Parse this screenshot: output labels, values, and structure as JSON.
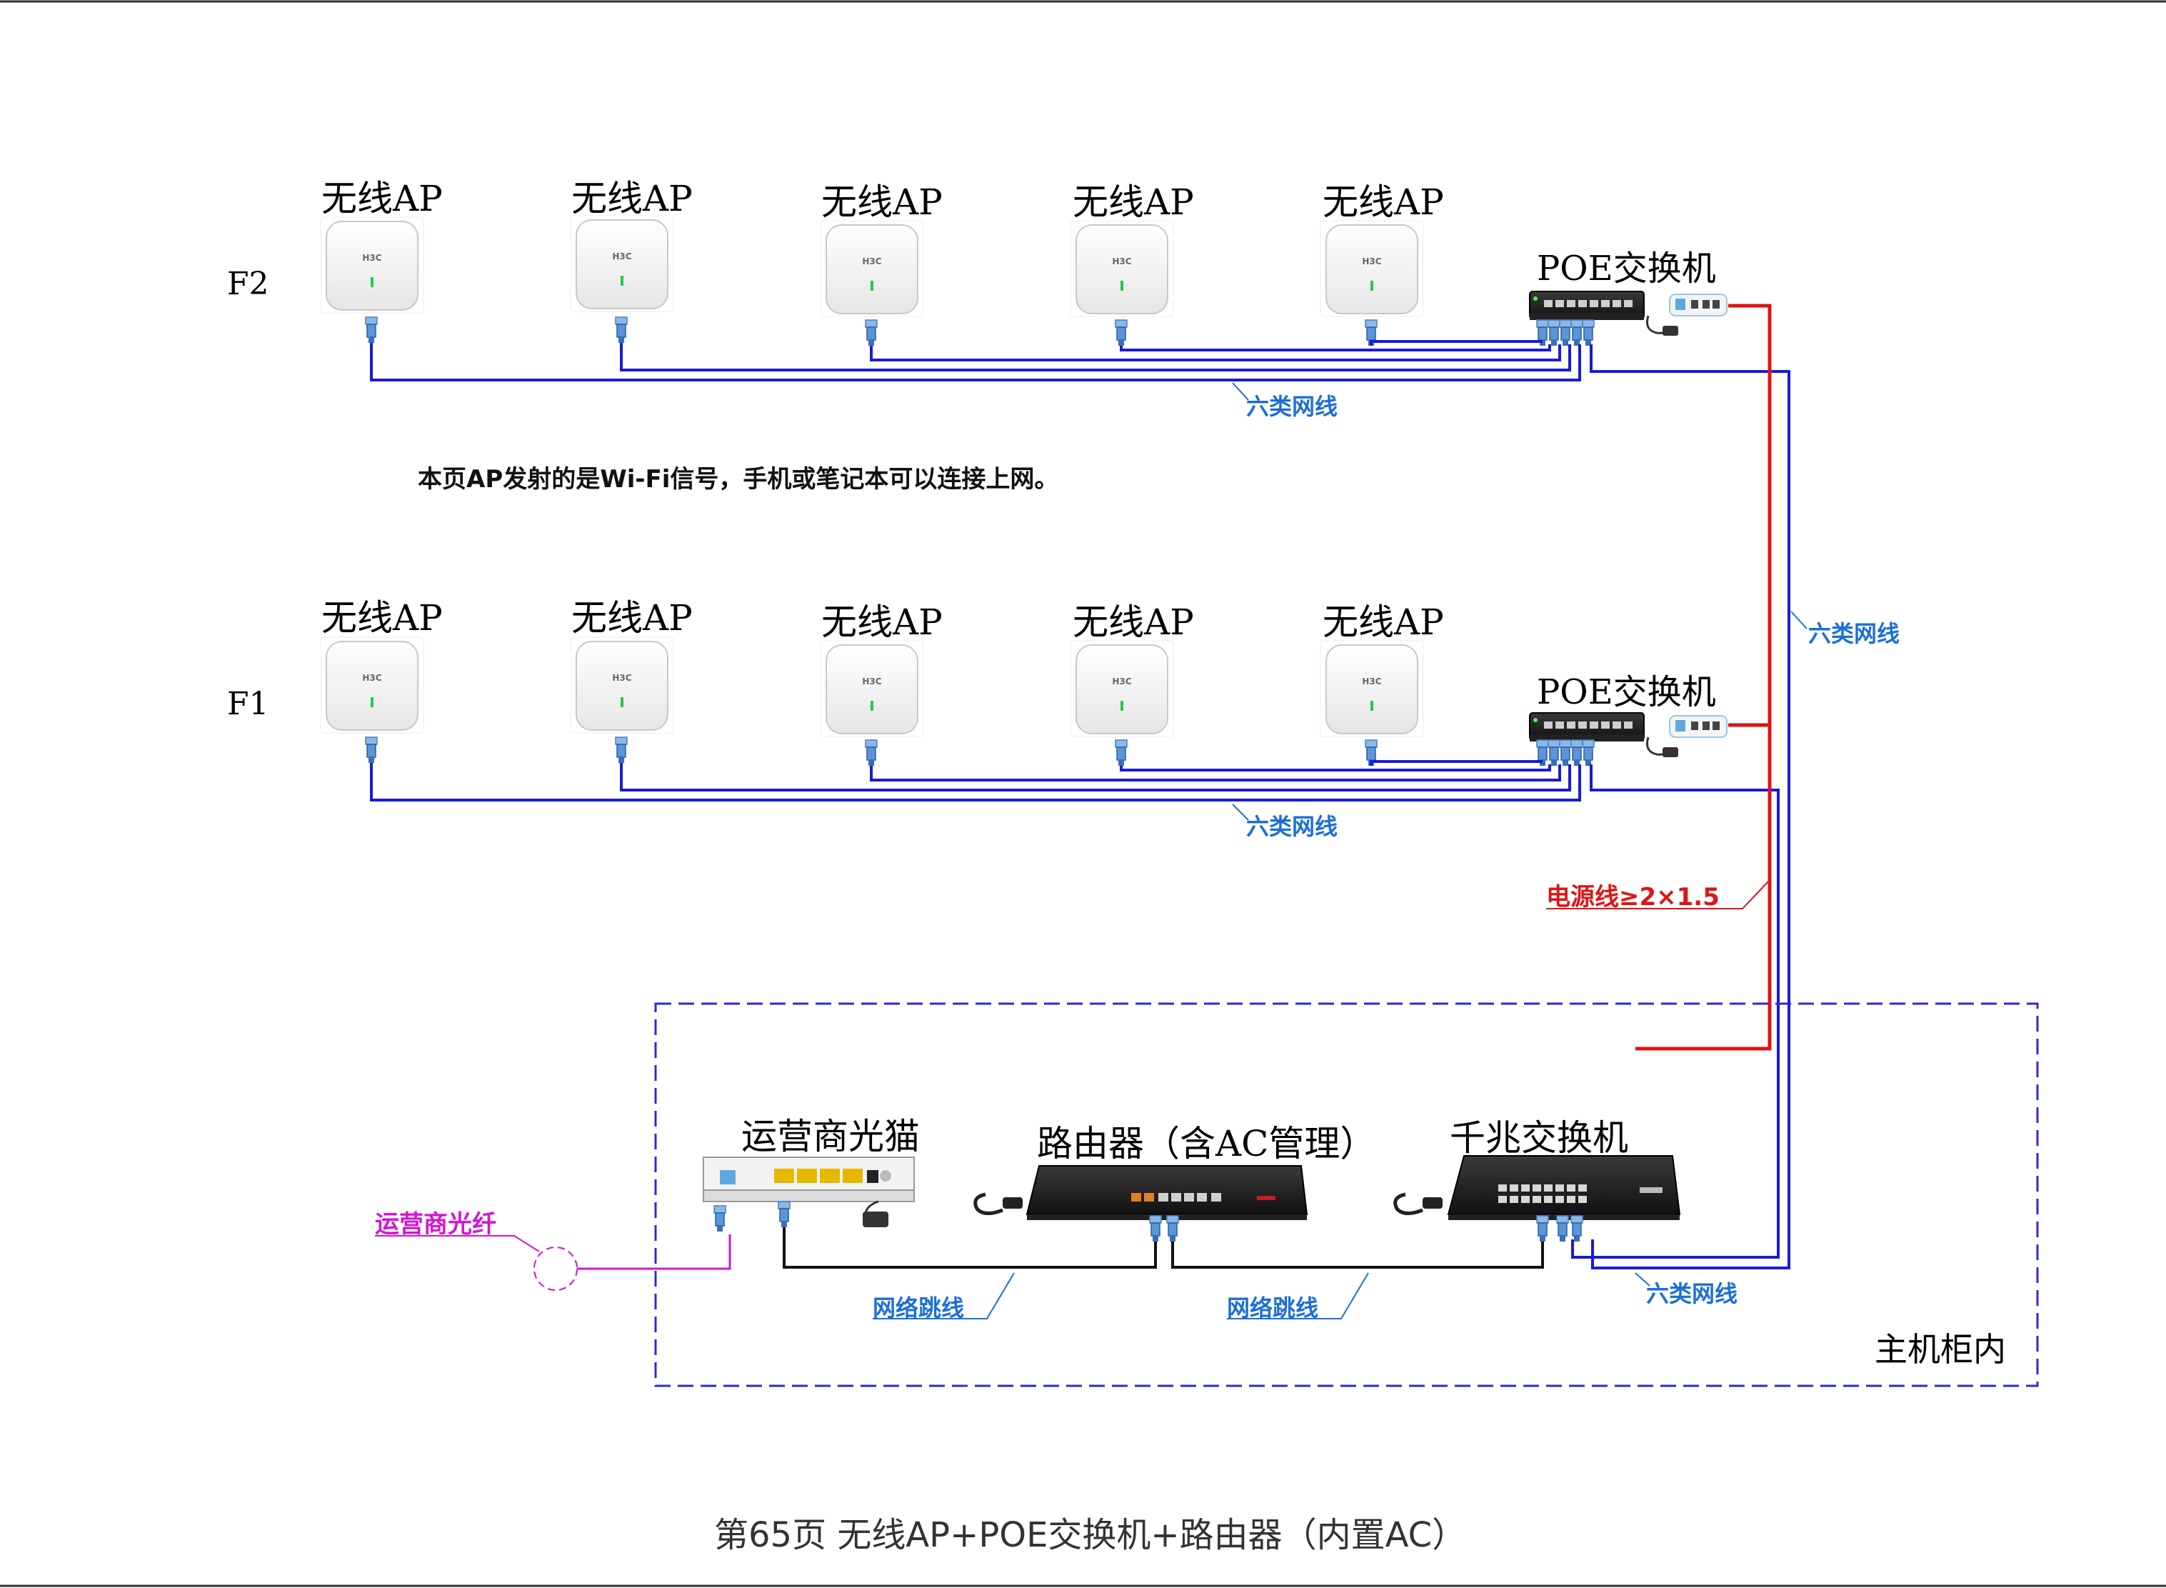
{
  "floors": {
    "f2": {
      "label": "F2",
      "aps": [
        "无线AP",
        "无线AP",
        "无线AP",
        "无线AP",
        "无线AP"
      ],
      "switch_label": "POE交换机",
      "cable_label": "六类网线"
    },
    "f1": {
      "label": "F1",
      "aps": [
        "无线AP",
        "无线AP",
        "无线AP",
        "无线AP",
        "无线AP"
      ],
      "switch_label": "POE交换机",
      "cable_label": "六类网线"
    }
  },
  "device_brand": "H3C",
  "note": "本页AP发射的是Wi-Fi信号，手机或笔记本可以连接上网。",
  "riser": {
    "cable_label": "六类网线",
    "power_label": "电源线≥2×1.5"
  },
  "cabinet": {
    "label": "主机柜内",
    "modem_label": "运营商光猫",
    "router_label": "路由器（含AC管理）",
    "switch_label": "千兆交换机",
    "fiber_label": "运营商光纤",
    "patch1_label": "网络跳线",
    "patch2_label": "网络跳线",
    "uplink_label": "六类网线"
  },
  "footer": "第65页  无线AP+POE交换机+路由器（内置AC）",
  "colors": {
    "network_cable": "#1a1ad6",
    "power_cable": "#e01414",
    "fiber": "#d316d3",
    "label_blue": "#1d6fd6",
    "label_red": "#e01414",
    "label_magenta": "#d316d3",
    "cabinet_border": "#2b2bd0"
  }
}
